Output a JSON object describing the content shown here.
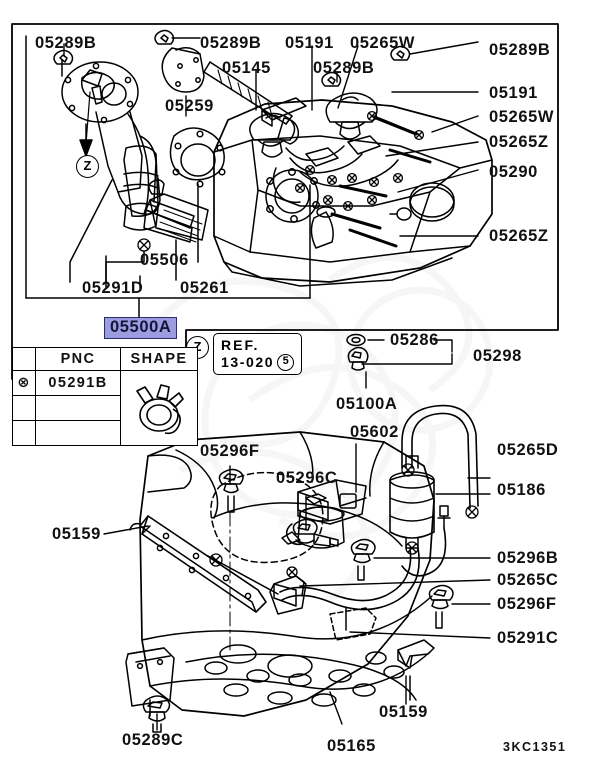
{
  "diagram": {
    "code": "3KC1351",
    "z_marker": "Z",
    "ref_box": {
      "line1": "REF.",
      "line2": "13-020",
      "circle_number": "5"
    },
    "highlight": {
      "label": "05500A",
      "bg_color": "#9c9ce0",
      "border_color": "#2b2b6e"
    },
    "pnc_table": {
      "headers": {
        "mark": "",
        "pnc": "PNC",
        "shape": "SHAPE"
      },
      "rows": [
        {
          "mark": "⊗",
          "pnc": "05291B",
          "shape": "hose-clamp"
        },
        {
          "mark": "",
          "pnc": "",
          "shape": ""
        },
        {
          "mark": "",
          "pnc": "",
          "shape": ""
        }
      ]
    }
  },
  "upper_panel": {
    "labels": [
      {
        "id": "u1",
        "text": "05289B"
      },
      {
        "id": "u2",
        "text": "05289B"
      },
      {
        "id": "u3",
        "text": "05191"
      },
      {
        "id": "u4",
        "text": "05265W"
      },
      {
        "id": "u5",
        "text": "05289B"
      },
      {
        "id": "u6",
        "text": "05145"
      },
      {
        "id": "u7",
        "text": "05289B"
      },
      {
        "id": "u8",
        "text": "05191"
      },
      {
        "id": "u9",
        "text": "05259"
      },
      {
        "id": "u10",
        "text": "05265W"
      },
      {
        "id": "u11",
        "text": "05265Z"
      },
      {
        "id": "u12",
        "text": "05290"
      },
      {
        "id": "u13",
        "text": "05265Z"
      },
      {
        "id": "u14",
        "text": "05506"
      },
      {
        "id": "u15",
        "text": "05291D"
      },
      {
        "id": "u16",
        "text": "05261"
      },
      {
        "id": "u17",
        "text": "05286"
      },
      {
        "id": "u18",
        "text": "05298"
      }
    ]
  },
  "lower_panel": {
    "labels": [
      {
        "id": "l1",
        "text": "05100A"
      },
      {
        "id": "l2",
        "text": "05602"
      },
      {
        "id": "l3",
        "text": "05296F"
      },
      {
        "id": "l4",
        "text": "05296C"
      },
      {
        "id": "l5",
        "text": "05265D"
      },
      {
        "id": "l6",
        "text": "05186"
      },
      {
        "id": "l7",
        "text": "05159"
      },
      {
        "id": "l8",
        "text": "05296B"
      },
      {
        "id": "l9",
        "text": "05265C"
      },
      {
        "id": "l10",
        "text": "05296F"
      },
      {
        "id": "l11",
        "text": "05291C"
      },
      {
        "id": "l12",
        "text": "05159"
      },
      {
        "id": "l13",
        "text": "05289C"
      },
      {
        "id": "l14",
        "text": "05165"
      }
    ]
  }
}
